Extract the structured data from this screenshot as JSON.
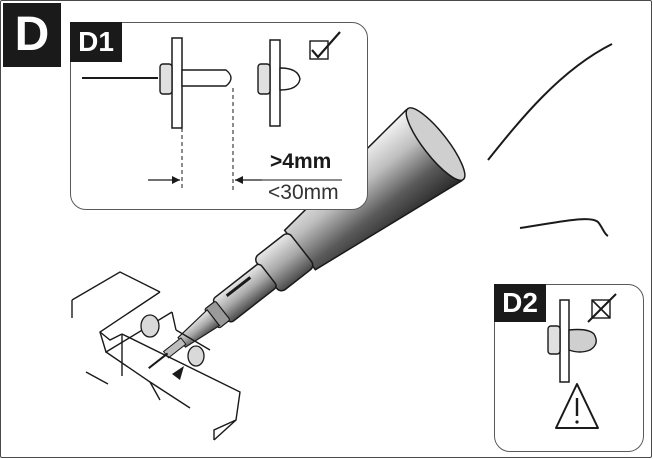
{
  "step": {
    "label": "D"
  },
  "panels": [
    {
      "id": "D1",
      "label": "D1"
    },
    {
      "id": "D2",
      "label": "D2"
    }
  ],
  "dimensions": {
    "min": ">4mm",
    "max": "<30mm"
  },
  "icons": {
    "ok": "checkmark-box-icon",
    "not_ok": "crossed-box-icon",
    "warning": "warning-triangle-icon"
  },
  "colors": {
    "ink": "#1a1a1a",
    "badge": "#1a1a1a"
  }
}
